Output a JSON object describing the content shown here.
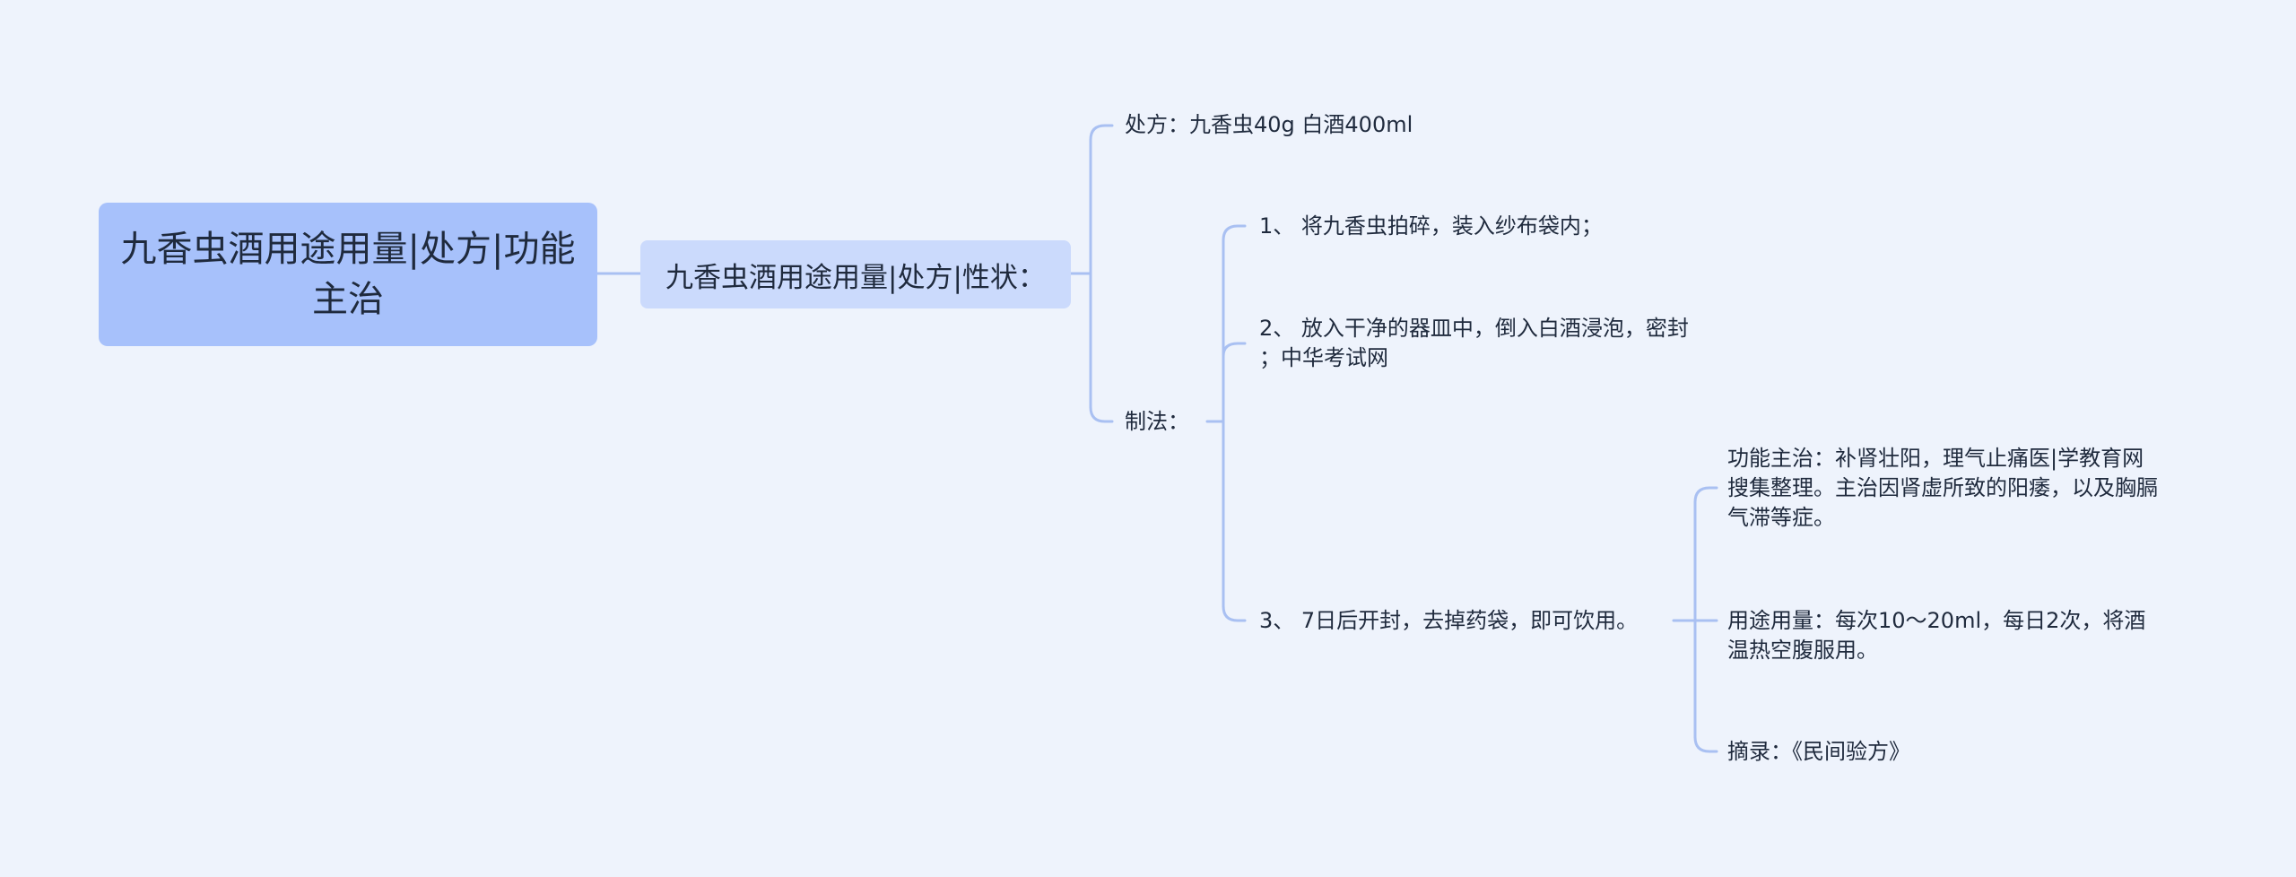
{
  "root": {
    "label": "九香虫酒用途用量|处方|功能主治"
  },
  "main": {
    "label": "九香虫酒用途用量|处方|性状："
  },
  "branches": {
    "prescription": "处方：九香虫40g 白酒400ml",
    "method": "制法："
  },
  "steps": {
    "step1": "1、 将九香虫拍碎，装入纱布袋内；",
    "step2_line1": "2、 放入干净的器皿中，倒入白酒浸泡，密封",
    "step2_line2": "；中华考试网",
    "step3": "3、 7日后开封，去掉药袋，即可饮用。"
  },
  "details": {
    "function_line1": "功能主治：补肾壮阳，理气止痛医|学教育网",
    "function_line2": "搜集整理。主治因肾虚所致的阳痿，以及胸膈",
    "function_line3": "气滞等症。",
    "usage_line1": "用途用量：每次10～20ml，每日2次，将酒",
    "usage_line2": "温热空腹服用。",
    "source": "摘录：《民间验方》"
  },
  "colors": {
    "background": "#eef3fc",
    "root": "#a7c1fb",
    "main": "#cbdafc",
    "connector": "#a9c0f2"
  }
}
